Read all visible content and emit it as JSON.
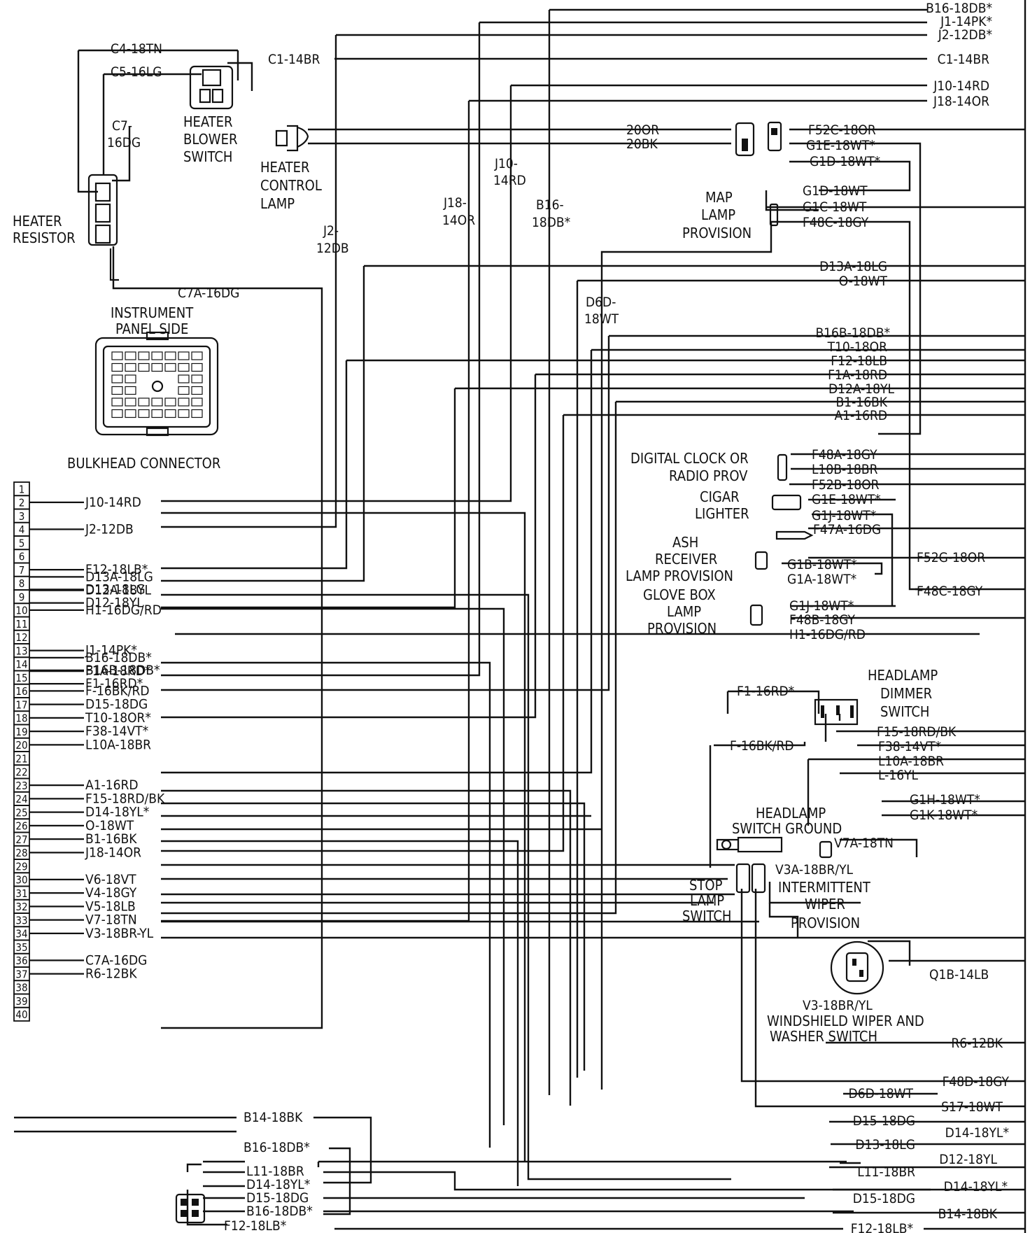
{
  "heater": {
    "resistor_label": [
      "HEATER",
      "RESISTOR"
    ],
    "blower_switch_label": [
      "HEATER",
      "BLOWER",
      "SWITCH"
    ],
    "control_lamp_label": [
      "HEATER",
      "CONTROL",
      "LAMP"
    ],
    "wires": {
      "c4": "C4-18TN",
      "c5": "C5-16LG",
      "c7": [
        "C7-",
        "16DG"
      ],
      "c1": "C1-14BR",
      "c7a": "C7A-16DG",
      "j2": [
        "J2-",
        "12DB"
      ],
      "j10": [
        "J10-",
        "14RD"
      ],
      "j18": [
        "J18-",
        "14OR"
      ],
      "b16": [
        "B16-",
        "18DB*"
      ],
      "d6d": [
        "D6D-",
        "18WT"
      ],
      "or20": "20OR",
      "bk20": "20BK"
    }
  },
  "connector": {
    "side_label": [
      "INSTRUMENT",
      "PANEL SIDE"
    ],
    "name": "BULKHEAD CONNECTOR",
    "cavities": [
      "1",
      "2",
      "3",
      "4",
      "5",
      "6",
      "7",
      "8",
      "9",
      "10",
      "11",
      "12",
      "13",
      "14",
      "15",
      "16",
      "17",
      "18",
      "19",
      "20",
      "21",
      "22",
      "23",
      "24",
      "25",
      "26",
      "27",
      "28",
      "29",
      "30",
      "31",
      "32",
      "33",
      "34",
      "35",
      "36",
      "37",
      "38",
      "39",
      "40"
    ],
    "grouped": [
      "8",
      "9",
      "14",
      "15",
      "20"
    ]
  },
  "left_wires": [
    {
      "pin": "2",
      "label": "J10-14RD"
    },
    {
      "pin": "4",
      "label": "J2-12DB"
    },
    {
      "pin": "7",
      "label": "F12-18LB*"
    },
    {
      "pin": "8a",
      "label": "D13A-18LG"
    },
    {
      "pin": "8b",
      "label": "D13-18LG"
    },
    {
      "pin": "9a",
      "label": "D12A-18YL"
    },
    {
      "pin": "9b",
      "label": "D12-18YL"
    },
    {
      "pin": "10",
      "label": "H1-16DG/RD"
    },
    {
      "pin": "13",
      "label": "J1-14PK*"
    },
    {
      "pin": "14a",
      "label": "B16-18DB*"
    },
    {
      "pin": "14b",
      "label": "B16B-18DB*"
    },
    {
      "pin": "15a",
      "label": "F1A-18RD*"
    },
    {
      "pin": "15b",
      "label": "F1-16RD*"
    },
    {
      "pin": "16",
      "label": "F-16BK/RD"
    },
    {
      "pin": "17",
      "label": "D15-18DG"
    },
    {
      "pin": "18",
      "label": "T10-18OR*"
    },
    {
      "pin": "19",
      "label": "F38-14VT*"
    },
    {
      "pin": "20",
      "label": "L10A-18BR"
    },
    {
      "pin": "23",
      "label": "A1-16RD"
    },
    {
      "pin": "24",
      "label": "F15-18RD/BK"
    },
    {
      "pin": "25",
      "label": "D14-18YL*"
    },
    {
      "pin": "26",
      "label": "O-18WT"
    },
    {
      "pin": "27",
      "label": "B1-16BK"
    },
    {
      "pin": "28",
      "label": "J18-14OR"
    },
    {
      "pin": "30",
      "label": "V6-18VT"
    },
    {
      "pin": "31",
      "label": "V4-18GY"
    },
    {
      "pin": "32",
      "label": "V5-18LB"
    },
    {
      "pin": "33",
      "label": "V7-18TN"
    },
    {
      "pin": "34",
      "label": "V3-18BR-YL"
    },
    {
      "pin": "36",
      "label": "C7A-16DG"
    },
    {
      "pin": "37",
      "label": "R6-12BK"
    }
  ],
  "right_wires_top": [
    "B16-18DB*",
    "J1-14PK*",
    "J2-12DB*",
    "C1-14BR",
    "J10-14RD",
    "J18-14OR"
  ],
  "map_lamp": {
    "label": [
      "MAP",
      "LAMP",
      "PROVISION"
    ],
    "wires": [
      "F52C-18OR",
      "G1E-18WT*",
      "G1D-18WT*",
      "G1D-18WT",
      "G1C-18WT",
      "F48C-18GY"
    ]
  },
  "right_wires_mid": [
    "D13A-18LG",
    "O-18WT",
    "B16B-18DB*",
    "T10-18OR",
    "F12-18LB",
    "F1A-18RD",
    "D12A-18YL",
    "B1-16BK",
    "A1-16RD"
  ],
  "clock": {
    "label": [
      "DIGITAL CLOCK OR",
      "RADIO PROV"
    ],
    "wires": [
      "F48A-18GY",
      "L10B-18BR",
      "F52B-18OR"
    ]
  },
  "cigar": {
    "label": [
      "CIGAR",
      "LIGHTER"
    ],
    "wires": [
      "G1E-18WT*",
      "G1J-18WT*",
      "F47A-16DG"
    ]
  },
  "ash": {
    "label": [
      "ASH",
      "RECEIVER",
      "LAMP PROVISION"
    ],
    "wires": [
      "G1B-18WT*",
      "G1A-18WT*",
      "F52G-18OR",
      "F48C-18GY"
    ]
  },
  "glove": {
    "label": [
      "GLOVE BOX",
      "LAMP",
      "PROVISION"
    ],
    "wires": [
      "G1J-18WT*",
      "F48B-18GY",
      "H1-16DG/RD"
    ]
  },
  "dimmer": {
    "label": [
      "HEADLAMP",
      "DIMMER",
      "SWITCH"
    ],
    "wires": [
      "F1-16RD*",
      "F-16BK/RD",
      "F15-18RD/BK",
      "F38-14VT*",
      "L10A-18BR",
      "L-16YL",
      "G1H-18WT*",
      "G1K-18WT*"
    ]
  },
  "headlamp_ground": {
    "label": [
      "HEADLAMP",
      "SWITCH GROUND"
    ]
  },
  "stop_lamp": {
    "label": [
      "STOP",
      "LAMP",
      "SWITCH"
    ]
  },
  "wiper": {
    "v7a": "V7A-18TN",
    "v3a": "V3A-18BR/YL",
    "intermittent": [
      "INTERMITTENT",
      "WIPER",
      "PROVISION"
    ],
    "q1b": "Q1B-14LB",
    "v3": "V3-18BR/YL",
    "label": [
      "WINDSHIELD WIPER AND",
      "WASHER SWITCH"
    ],
    "r6": "R6-12BK"
  },
  "right_wires_bottom": [
    "F48D-18GY",
    "D6D-18WT",
    "S17-18WT",
    "D15-18DG",
    "D14-18YL*",
    "D13-18LG",
    "D12-18YL",
    "L11-18BR",
    "D14-18YL*",
    "D15-18DG",
    "B14-18BK",
    "F12-18LB*"
  ],
  "bottom_connector": {
    "wires": [
      "B14-18BK",
      "B16-18DB*",
      "L11-18BR",
      "D14-18YL*",
      "D15-18DG",
      "B16-18DB*",
      "F12-18LB*"
    ]
  }
}
